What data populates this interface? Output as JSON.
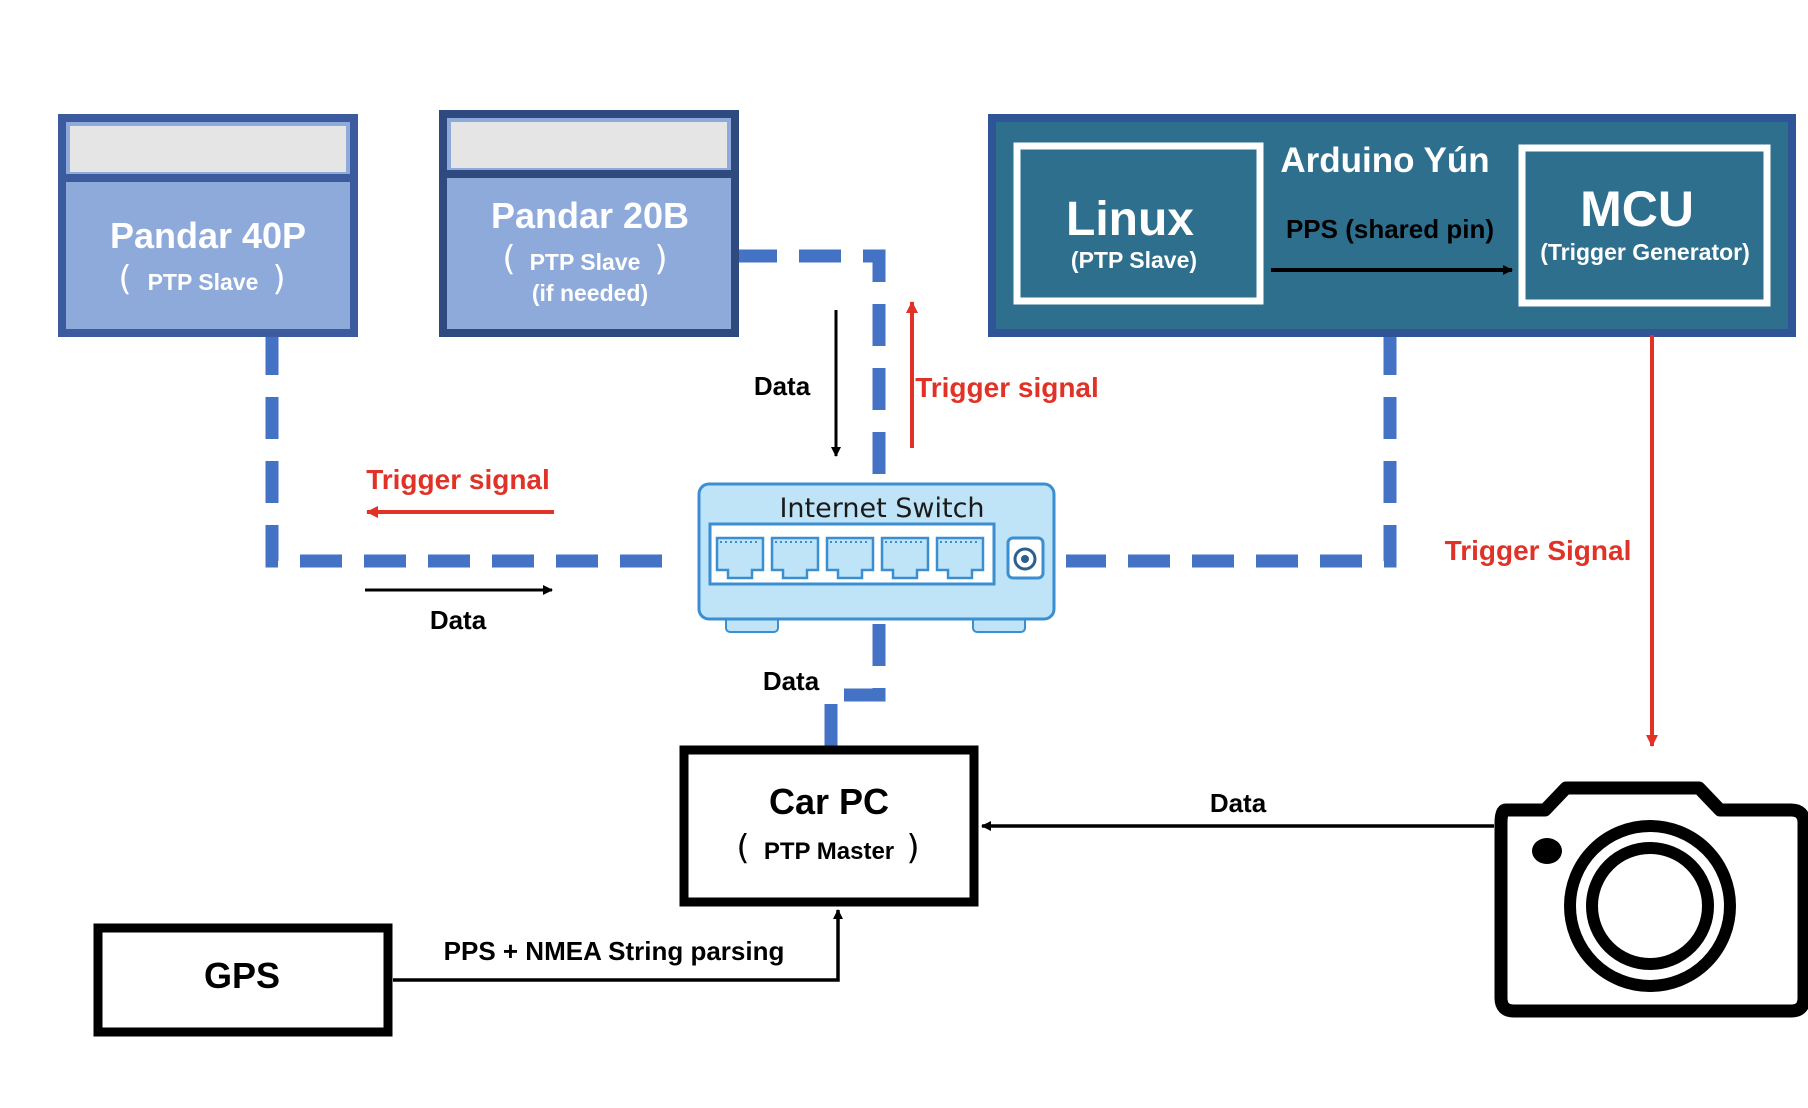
{
  "colors": {
    "sensor_fill": "#8eaadb",
    "sensor_border": "#3b5b9e",
    "sensor_header": "#e5e5e5",
    "arduino_fill": "#2e6f8e",
    "arduino_border": "#2f5597",
    "link_blue": "#4472c4",
    "signal_red": "#e03226",
    "switch_fill": "#bfe3f7",
    "switch_border": "#3b8fd1",
    "black": "#000000"
  },
  "nodes": {
    "pandar40p": {
      "title": "Pandar 40P",
      "role": "PTP Slave"
    },
    "pandar20b": {
      "title": "Pandar 20B",
      "role": "PTP Slave",
      "note": "(if needed)"
    },
    "arduino": {
      "title": "Arduino Yún",
      "linux_title": "Linux",
      "linux_role": "(PTP Slave)",
      "mcu_title": "MCU",
      "mcu_role": "(Trigger Generator)",
      "pps_label": "PPS (shared pin)"
    },
    "switch": {
      "title": "Internet Switch",
      "icon": "ethernet-switch-icon"
    },
    "car_pc": {
      "title": "Car PC",
      "role": "PTP Master"
    },
    "gps": {
      "title": "GPS"
    },
    "camera": {
      "icon": "camera-icon"
    }
  },
  "edges": {
    "switch_to_20b_data": "Data",
    "switch_to_20b_trigger": "Trigger signal",
    "switch_to_40p_trigger": "Trigger signal",
    "switch_to_40p_data": "Data",
    "switch_to_carpc_data": "Data",
    "camera_to_carpc_data": "Data",
    "mcu_to_camera_trigger": "Trigger Signal",
    "gps_to_carpc": "PPS + NMEA String parsing"
  }
}
